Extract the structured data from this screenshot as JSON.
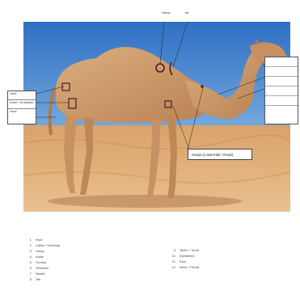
{
  "top_labels": [
    "Hump",
    "fat"
  ],
  "left_box_labels": [
    "Joint",
    "Knee / Kneejoint",
    "Hoof"
  ],
  "caption": "Soaps (Lotion/Hair / Rows)",
  "legend_left": [
    {
      "num": "1.",
      "text": "Hoof"
    },
    {
      "num": "2.",
      "text": "Callus / Kneecap"
    },
    {
      "num": "3.",
      "text": "Hump"
    },
    {
      "num": "4.",
      "text": "Ankle"
    },
    {
      "num": "5.",
      "text": "Tummy"
    },
    {
      "num": "6.",
      "text": "Shoulder"
    },
    {
      "num": "7.",
      "text": "Nostril"
    },
    {
      "num": "8.",
      "text": "Tail"
    }
  ],
  "legend_right": [
    {
      "num": "9.",
      "text": "Teeth + Teeth"
    },
    {
      "num": "10.",
      "text": "Eyelashes"
    },
    {
      "num": "11.",
      "text": "Ears"
    },
    {
      "num": "12.",
      "text": "Neck / Throat"
    }
  ],
  "colors": {
    "sky_top": "#3a7fd0",
    "sky_bottom": "#a8cdea",
    "sand": "#d9a56c",
    "camel": "#d4a070",
    "marker": "#4a1a2a"
  }
}
